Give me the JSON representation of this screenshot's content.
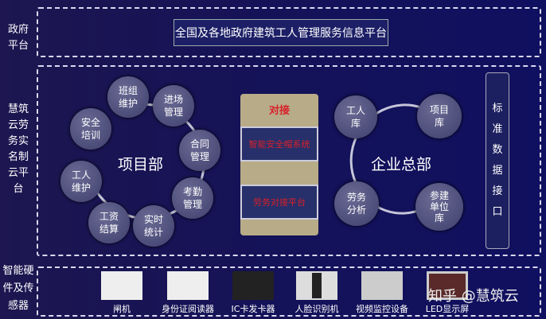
{
  "left_labels": {
    "gov": "政府\n平台",
    "main": "慧筑\n云劳\n务实\n名制\n云平\n台",
    "hw": "智能硬\n件及传\n感器"
  },
  "gov_platform": "全国及各地政府建筑工人管理服务信息平台",
  "project": {
    "center": "项目部",
    "items": [
      "班组\n维护",
      "进场\n管理",
      "合同\n管理",
      "考勤\n管理",
      "实时\n统计",
      "工资\n结算",
      "工人\n维护",
      "安全\n培训"
    ]
  },
  "bridge": {
    "title": "对接",
    "items": [
      "智能安全帽系统",
      "劳务对接平台"
    ]
  },
  "enterprise": {
    "center": "企业总部",
    "items": [
      "工人\n库",
      "项目\n库",
      "参建\n单位\n库",
      "劳务\n分析"
    ]
  },
  "standard_api": "标\n准\n数\n据\n接\n口",
  "devices": [
    "闸机",
    "身份证阅读器",
    "IC卡发卡器",
    "人脸识别机",
    "视频监控设备",
    "LED显示屏"
  ],
  "watermark": "知乎 @慧筑云",
  "colors": {
    "bridge_text": "#d8202a",
    "bridge_bg": "#b8ab88"
  }
}
